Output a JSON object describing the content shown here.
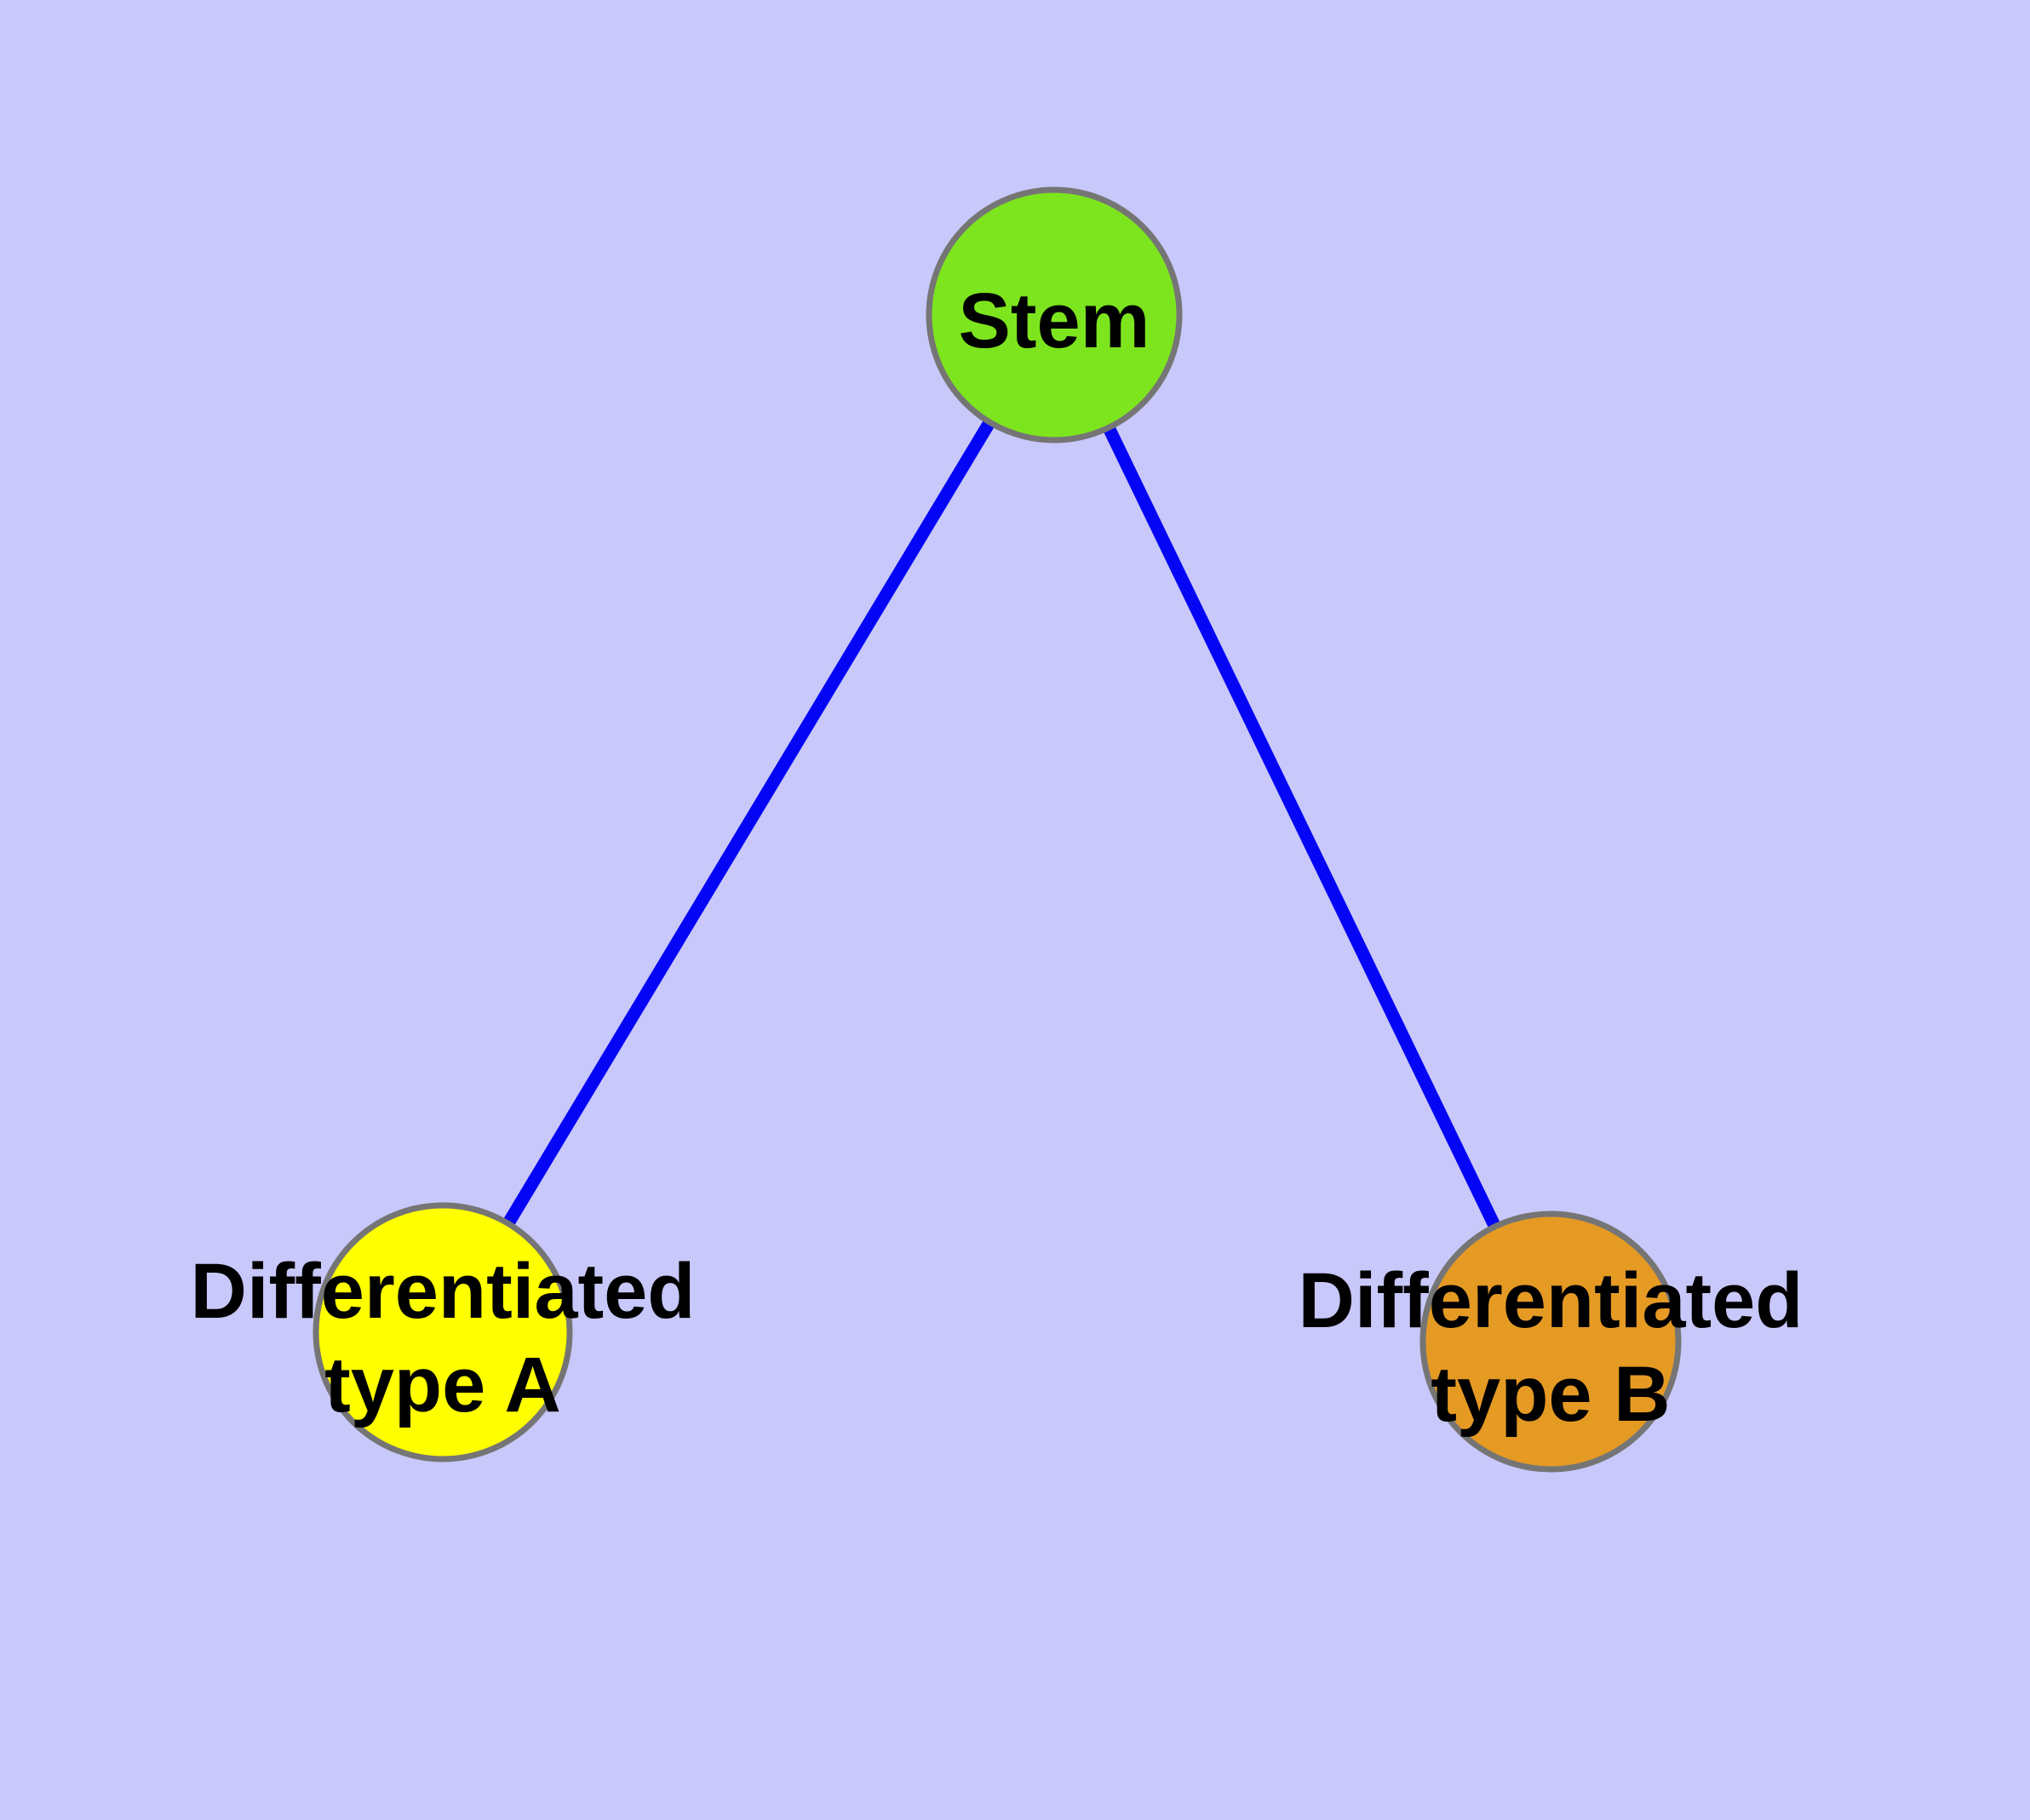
{
  "diagram": {
    "background_color": "#C8C8FA",
    "edge_color": "#0505F5",
    "edge_width": 15,
    "node_border_color": "#757575",
    "node_border_width": 7,
    "label_color": "#000000",
    "nodes": {
      "stem": {
        "label": "Stem",
        "fill": "#7DE51E"
      },
      "type_a": {
        "label_line1": "Differentiated",
        "label_line2": "type A",
        "fill": "#FFFF00"
      },
      "type_b": {
        "label_line1": "Differentiated",
        "label_line2": "type B",
        "fill": "#E59A24"
      }
    },
    "edges": [
      {
        "from": "Stem",
        "to": "Differentiated type A"
      },
      {
        "from": "Stem",
        "to": "Differentiated type B"
      }
    ]
  }
}
